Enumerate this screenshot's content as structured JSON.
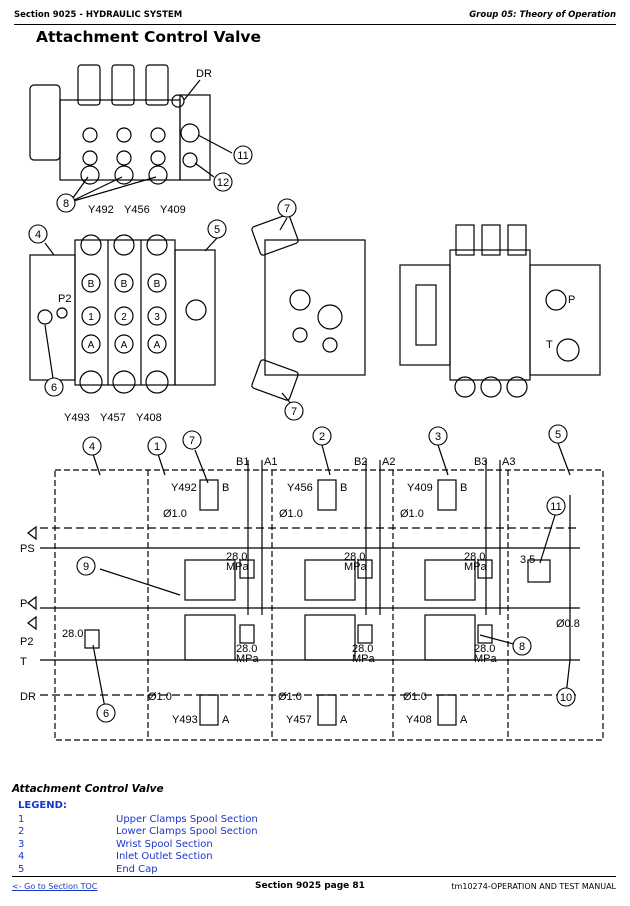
{
  "header": {
    "left": "Section 9025 - HYDRAULIC SYSTEM",
    "right": "Group 05: Theory of Operation"
  },
  "title": "Attachment Control Valve",
  "figure": {
    "callouts": [
      "1",
      "2",
      "3",
      "4",
      "5",
      "6",
      "7",
      "8",
      "9",
      "10",
      "11",
      "12"
    ],
    "solenoids_top": [
      "Y492",
      "Y456",
      "Y409"
    ],
    "solenoids_bottom": [
      "Y493",
      "Y457",
      "Y408"
    ],
    "port_labels": {
      "dr": "DR",
      "p2": "P2",
      "p": "P",
      "t": "T",
      "ps": "PS",
      "b1": "B1",
      "a1": "A1",
      "b2": "B2",
      "a2": "A2",
      "b3": "B3",
      "a3": "A3",
      "b": "B",
      "a": "A"
    },
    "spool_letters": [
      "B",
      "1",
      "2",
      "3",
      "A"
    ],
    "orifice": "Ø1.0",
    "orifice_end": "Ø0.8",
    "relief_value": "28.0",
    "relief_unit": "MPa",
    "end_relief": "3.5"
  },
  "caption": "Attachment Control Valve",
  "legend": {
    "heading": "LEGEND:",
    "items": [
      {
        "num": "1",
        "label": "Upper Clamps Spool Section"
      },
      {
        "num": "2",
        "label": "Lower Clamps Spool Section"
      },
      {
        "num": "3",
        "label": "Wrist Spool Section"
      },
      {
        "num": "4",
        "label": "Inlet Outlet Section"
      },
      {
        "num": "5",
        "label": "End Cap"
      }
    ]
  },
  "footer": {
    "left": "<- Go to Section TOC",
    "center": "Section 9025 page 81",
    "right": "tm10274-OPERATION AND TEST MANUAL"
  }
}
